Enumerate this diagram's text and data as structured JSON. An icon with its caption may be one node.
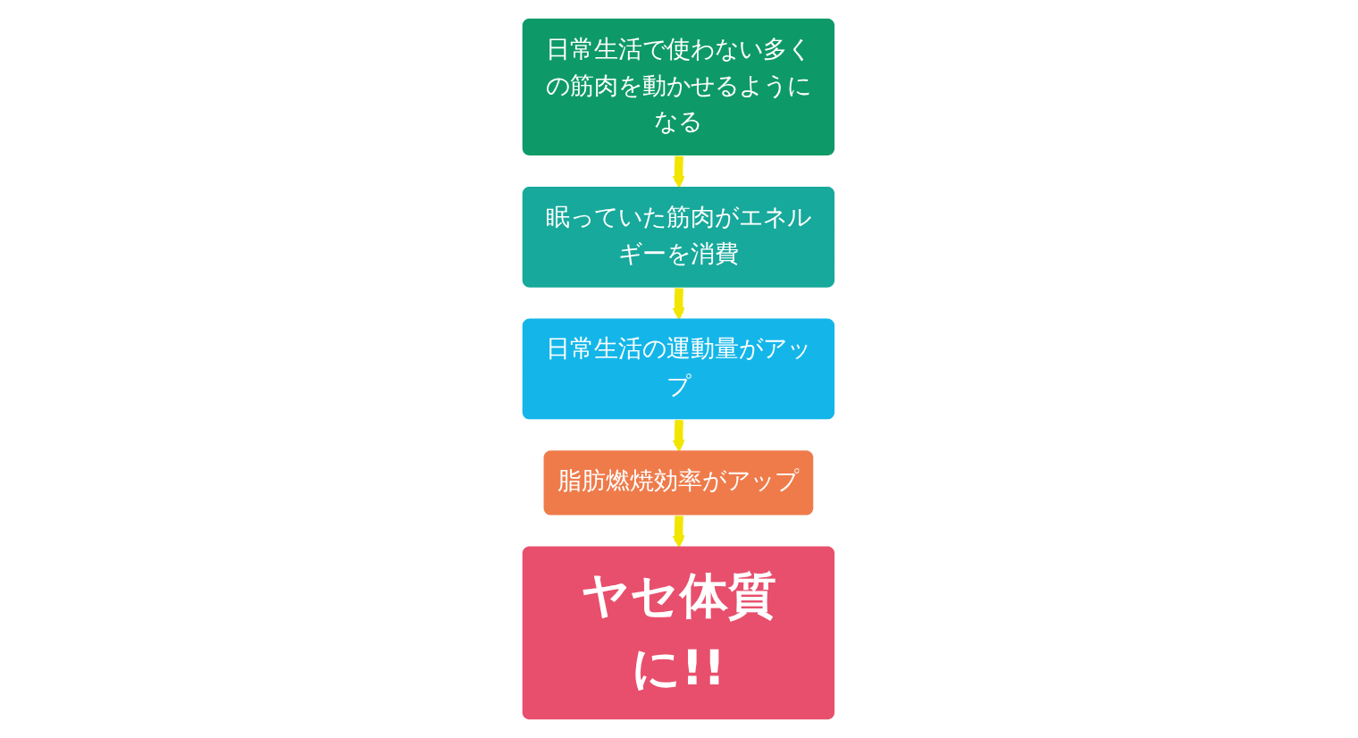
{
  "diagram": {
    "nodes": [
      {
        "text": [
          "日常生活で使わない多くの筋肉を動かせるようになる"
        ]
      },
      {
        "text": [
          "眠っていた筋肉がエネルギーを消費"
        ]
      },
      {
        "text": [
          "日常生活の運動量がアップ"
        ]
      },
      {
        "text": [
          "脂肪燃焼効率がアップ"
        ]
      },
      {
        "text": [
          "ヤセ体質に!!"
        ]
      }
    ],
    "edges": [
      {
        "from": 0,
        "to": 1,
        "arrow": "to"
      },
      {
        "from": 1,
        "to": 2,
        "arrow": "to"
      },
      {
        "from": 2,
        "to": 3,
        "arrow": "to"
      },
      {
        "from": 3,
        "to": 4,
        "arrow": "to"
      }
    ]
  }
}
